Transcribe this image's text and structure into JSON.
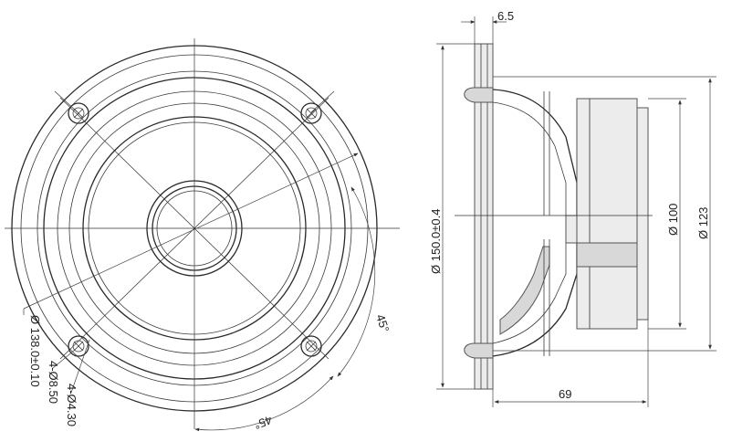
{
  "front_view": {
    "dim_mounting_circle": "Ø 138.0±0.10",
    "dim_holes_outer": "4-Ø8.50",
    "dim_holes_inner": "4-Ø4.30",
    "angle_right": "45°",
    "angle_bottom": "45°"
  },
  "side_view": {
    "dim_flange_thickness": "6.5",
    "dim_overall_diameter": "Ø 150.0±0.4",
    "dim_magnet_diameter": "Ø 100",
    "dim_frame_diameter": "Ø 123",
    "dim_depth": "69"
  }
}
